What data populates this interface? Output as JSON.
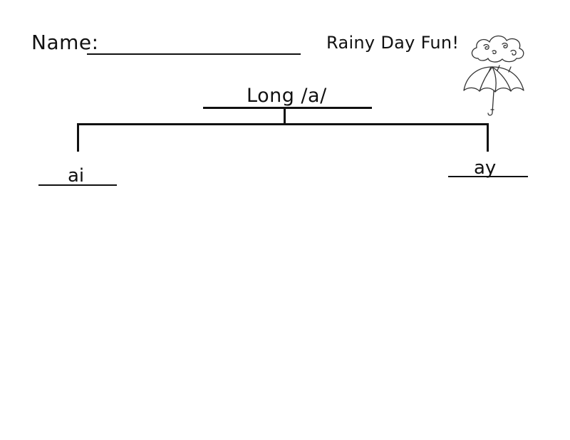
{
  "header": {
    "name_label": "Name:",
    "title": "Rainy Day Fun!"
  },
  "tree": {
    "root": "Long /a/",
    "branches": [
      {
        "label": "ai"
      },
      {
        "label": "ay"
      }
    ]
  },
  "clipart": {
    "icon": "umbrella-rain-cloud-icon"
  },
  "colors": {
    "ink": "#111111",
    "background": "#ffffff"
  }
}
